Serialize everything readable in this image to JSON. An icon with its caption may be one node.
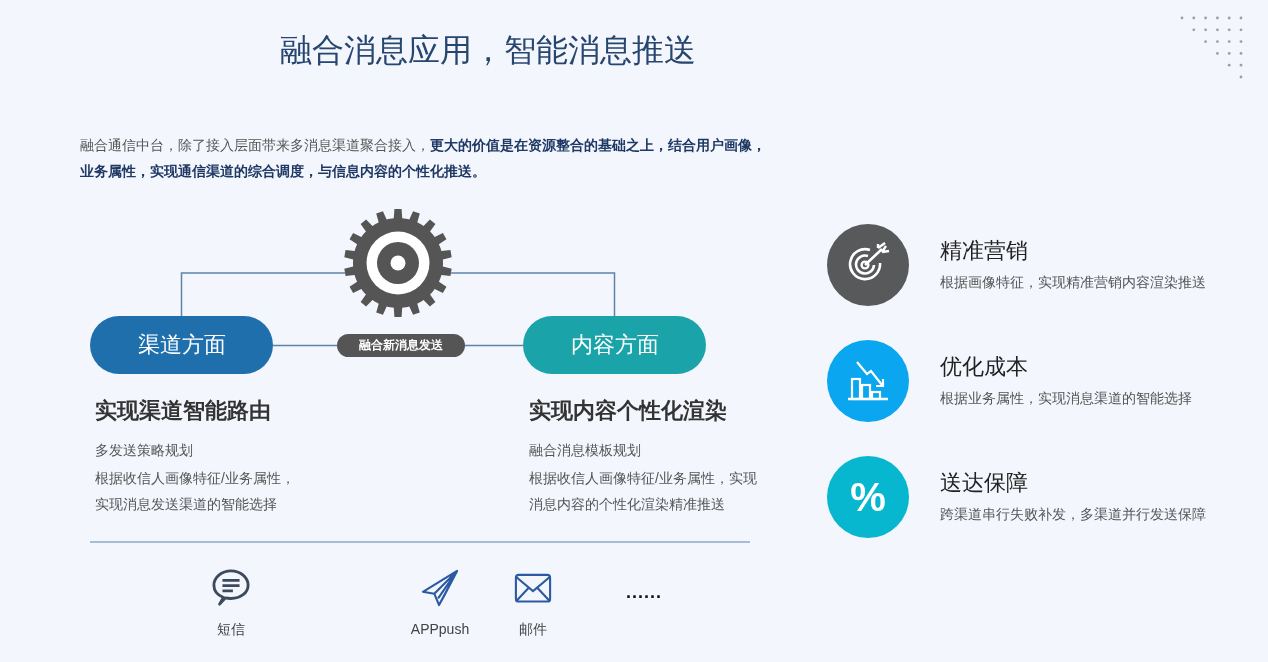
{
  "diagram": {
    "title": "融合消息应用，智能消息推送",
    "nodes": [
      {
        "text": [],
        "shape": "gear"
      },
      {
        "text": [
          "渠道方面"
        ]
      },
      {
        "text": [
          "内容方面"
        ]
      },
      {
        "text": [
          "融合新消息发送"
        ]
      },
      {
        "text": [],
        "shape": "circle",
        "beside": [
          "精准营销",
          "根据画像特征，实现精准营销内容渲染推送"
        ]
      },
      {
        "text": [],
        "shape": "circle",
        "beside": [
          "优化成本",
          "根据业务属性，实现消息渠道的智能选择"
        ]
      },
      {
        "text": [
          "%"
        ],
        "beside": [
          "送达保障",
          "跨渠道串行失败补发，多渠道并行发送保障"
        ]
      }
    ],
    "edges": [
      {
        "from": 0,
        "to": 1,
        "arrow": "none"
      },
      {
        "from": 0,
        "to": 2,
        "arrow": "none"
      },
      {
        "from": 1,
        "to": 3,
        "arrow": "none"
      },
      {
        "from": 3,
        "to": 2,
        "arrow": "none"
      }
    ],
    "labels": [
      "融合通信中台，除了接入层面带来多消息渠道聚合接入，**更大的价值是在资源整合的基础之上，结合用户画像，业务属性，实现通信渠道的综合调度，与信息内容的个性化推送。**",
      "实现渠道智能路由",
      "多发送策略规划",
      "根据收信人画像特征/业务属性，实现消息发送渠道的智能选择",
      "实现内容个性化渲染",
      "融合消息模板规划",
      "根据收信人画像特征/业务属性，实现消息内容的个性化渲染精准推送",
      "短信",
      "APPpush",
      "邮件",
      "......"
    ]
  }
}
